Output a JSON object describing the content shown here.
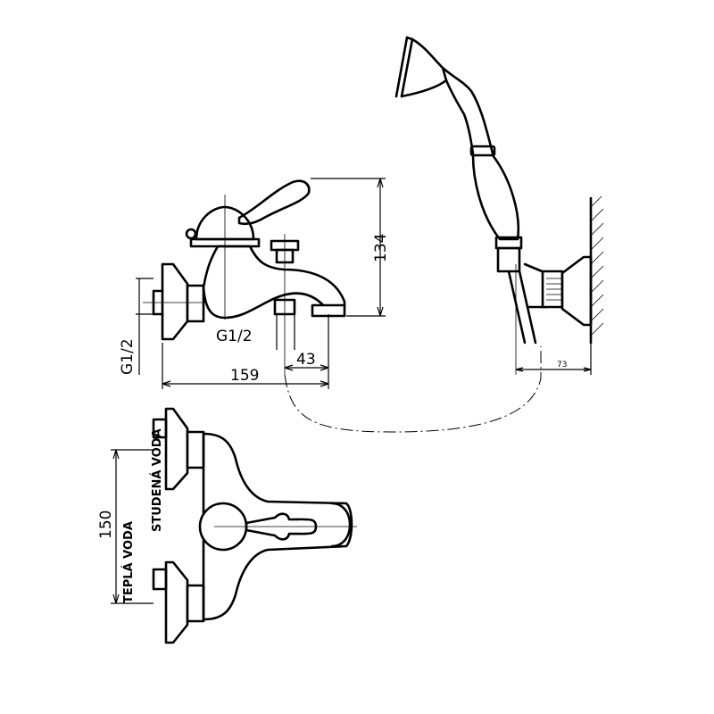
{
  "dimensions": {
    "height_spout": "134",
    "thread_inlet": "G1/2",
    "thread_outlet": "G1/2",
    "width_total": "159",
    "width_outlet": "43",
    "holder_offset": "73",
    "inlet_spacing": "150"
  },
  "labels": {
    "cold_water": "STUDENÁ VODA",
    "hot_water": "TEPLÁ VODA"
  }
}
